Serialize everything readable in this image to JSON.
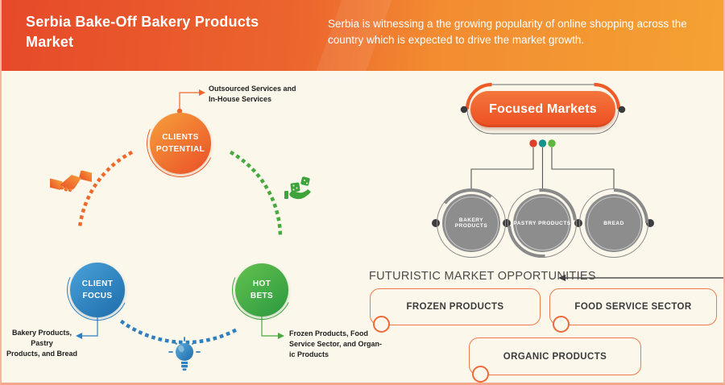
{
  "header": {
    "title": "Serbia Bake-Off Bakery Products Market",
    "description": "Serbia is witnessing a the growing popularity of online shopping across the country which is expected to drive the market growth."
  },
  "cycle": {
    "clients_potential": {
      "label": "CLIENTS\nPOTENTIAL",
      "note": "Outsourced Services and\nIn-House Services"
    },
    "client_focus": {
      "label": "CLIENT\nFOCUS",
      "note": "Bakery Products, Pastry\nProducts, and Bread"
    },
    "hot_bets": {
      "label": "HOT\nBETS",
      "note": "Frozen Products, Food\nService Sector, and Organ-\nic Products"
    },
    "icons": [
      "handshake-icon",
      "dice-hand-icon",
      "lightbulb-icon"
    ]
  },
  "focused_markets": {
    "label": "Focused Markets",
    "markets": [
      {
        "label": "BAKERY PRODUCTS"
      },
      {
        "label": "PASTRY PRODUCTS"
      },
      {
        "label": "BREAD"
      }
    ],
    "dot_colors": [
      "#e03e2d",
      "#12948a",
      "#5cb83c"
    ]
  },
  "opportunities": {
    "heading": "FUTURISTIC MARKET OPPORTUNITIES",
    "items": [
      {
        "label": "FROZEN PRODUCTS"
      },
      {
        "label": "FOOD SERVICE SECTOR"
      },
      {
        "label": "ORGANIC PRODUCTS"
      }
    ]
  },
  "colors": {
    "header_gradient_left": "#e6492a",
    "header_gradient_right": "#f5a233",
    "background": "#fbf7eb",
    "accent_orange": "#ee5226",
    "accent_blue": "#2e7fc0",
    "accent_green": "#3fa33c",
    "circle_gray": "#8d8d8d",
    "border_salmon": "#f6b69b"
  }
}
